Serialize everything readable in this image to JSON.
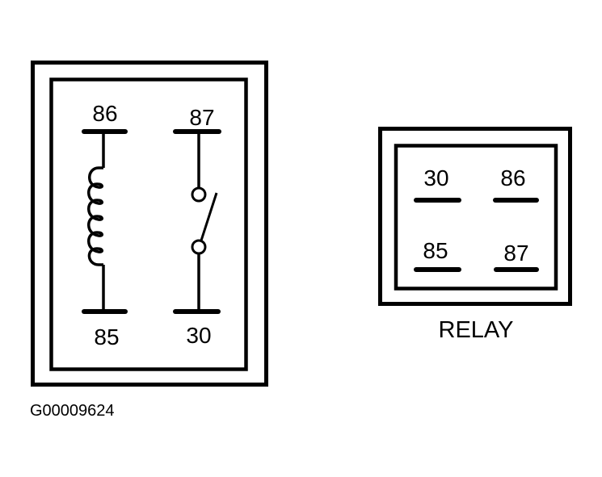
{
  "figure_id": "G00009624",
  "schematic": {
    "pins": {
      "coil_top": "86",
      "coil_bottom": "85",
      "switch_top": "87",
      "switch_bottom": "30"
    }
  },
  "connector_view": {
    "caption": "RELAY",
    "pins": {
      "top_left": "30",
      "top_right": "86",
      "bottom_left": "85",
      "bottom_right": "87"
    }
  },
  "colors": {
    "ink": "#000000",
    "background": "#ffffff"
  }
}
